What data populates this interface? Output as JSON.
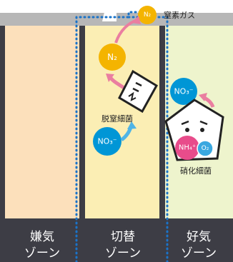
{
  "top_label": "窒素ガス",
  "zones": [
    {
      "line1": "嫌気",
      "line2": "ゾーン",
      "color": "#fce0bb"
    },
    {
      "line1": "切替",
      "line2": "ゾーン",
      "color": "#fbeeb4"
    },
    {
      "line1": "好気",
      "line2": "ゾーン",
      "color": "#eef4cd"
    }
  ],
  "bacteria": {
    "denitrifying": "脱窒細菌",
    "nitrifying": "硝化細菌"
  },
  "molecules": {
    "n2_top": "N₂",
    "n2_mid": "N₂",
    "no3_left": "NO₃⁻",
    "no3_right": "NO₃⁻",
    "nh4": "NH₄⁺",
    "o2": "O₂"
  },
  "colors": {
    "n2": "#f4b400",
    "no3": "#0096d6",
    "nh4": "#e84c8b",
    "o2": "#3aa8e0",
    "arrow_pink": "#ea7ea0",
    "arrow_blue": "#4fb4e6",
    "dotted_line": "#1a73c8",
    "frame": "#3d3d45"
  }
}
